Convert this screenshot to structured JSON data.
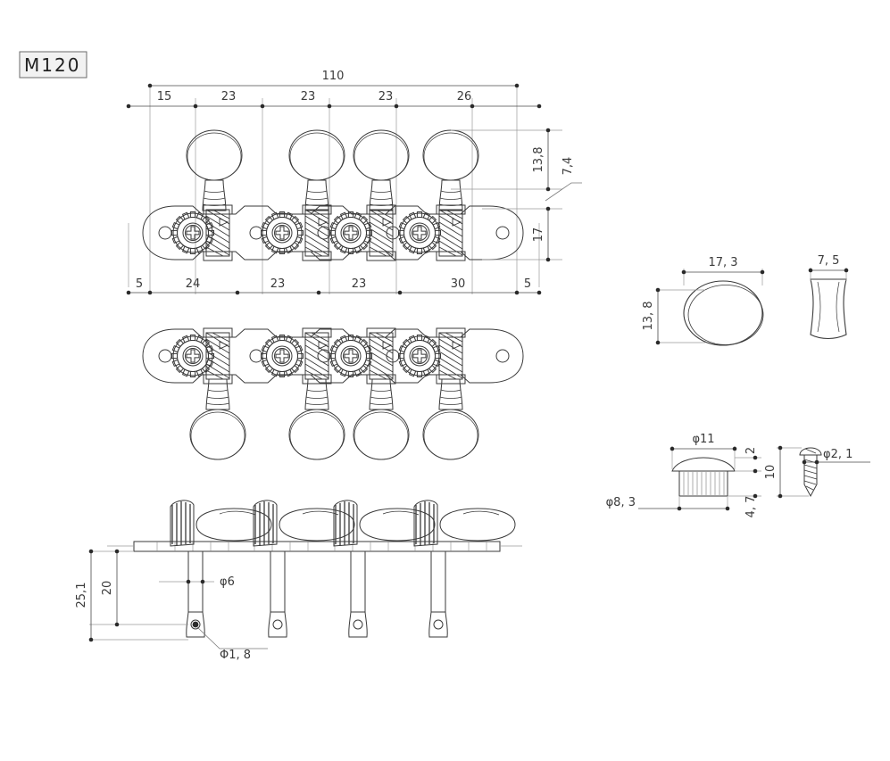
{
  "drawing": {
    "title": "M120",
    "units_note": "",
    "line_color": "#3a3a3a",
    "dim_color": "#4a4a4a",
    "background": "#ffffff"
  },
  "views": {
    "top_plan": {
      "name": "top-plan-view",
      "top_overall_dim": "110",
      "top_segment_dims": [
        "15",
        "23",
        "23",
        "23",
        "26"
      ],
      "bottom_segment_dims": [
        "5",
        "24",
        "23",
        "23",
        "30",
        "5"
      ],
      "right_dims": [
        "13,8",
        "7,4",
        "17"
      ]
    },
    "mirrored_plan": {
      "name": "mirrored-plan-view"
    },
    "side_elevation": {
      "name": "side-elevation-view",
      "left_dims": [
        "25,1",
        "20"
      ],
      "post_dia": "φ6",
      "hole_dia": "Φ1, 8"
    },
    "button_front": {
      "name": "button-front-detail",
      "width_dim": "17, 3",
      "height_dim": "13, 8"
    },
    "button_side": {
      "name": "button-side-detail",
      "width_dim": "7, 5"
    },
    "bushing": {
      "name": "bushing-detail",
      "top_dia": "φ11",
      "shaft_dia": "φ8, 3",
      "head_height": "2",
      "shaft_height": "4, 7"
    },
    "screw": {
      "name": "screw-detail",
      "length": "10",
      "dia": "φ2, 1"
    }
  },
  "tuners": {
    "count_per_row": 4,
    "rows": 2
  }
}
